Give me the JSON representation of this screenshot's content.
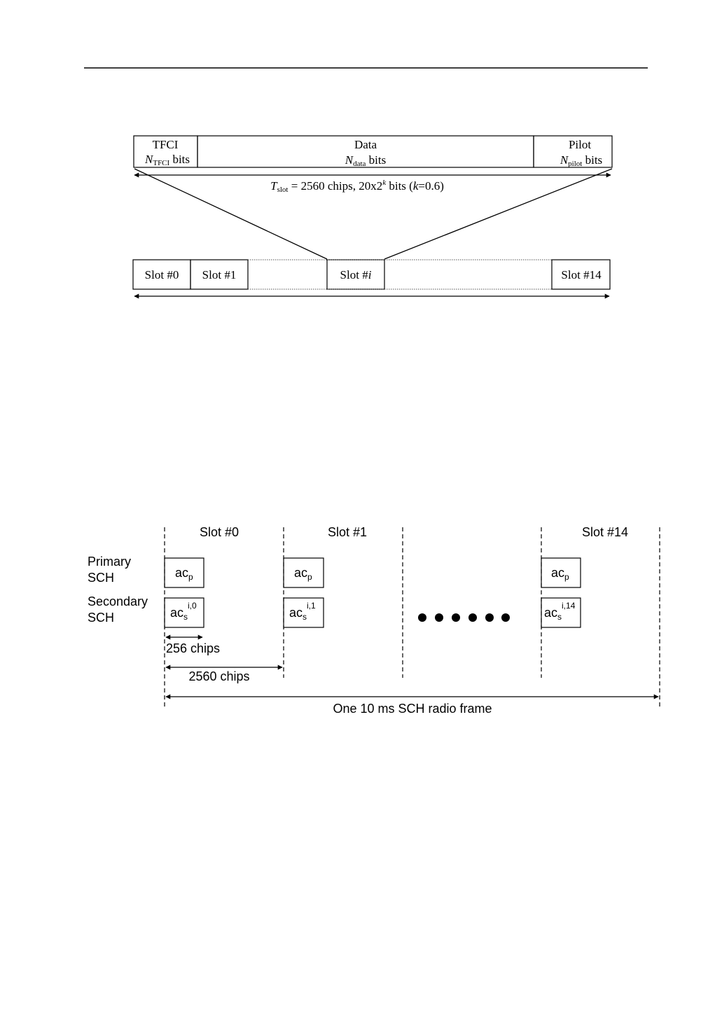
{
  "slot_structure": {
    "fields": [
      {
        "name": "TFCI",
        "sym": "N",
        "sub": "TFCI",
        "suffix": " bits"
      },
      {
        "name": "Data",
        "sym": "N",
        "sub": "data",
        "suffix": " bits"
      },
      {
        "name": "Pilot",
        "sym": "N",
        "sub": "pilot",
        "suffix": " bits"
      }
    ],
    "tslot": {
      "sym": "T",
      "sub": "slot",
      "eq": " = 2560 chips, 20x2",
      "exp": "k",
      "mid": " bits (",
      "kvar": "k",
      "tail": "=0.6)"
    },
    "slots": {
      "s0": "Slot #0",
      "s1": "Slot #1",
      "si_prefix": "Slot #",
      "si_var": "i",
      "s14": "Slot #14"
    }
  },
  "sch": {
    "slot_headers": [
      "Slot #0",
      "Slot #1",
      "Slot #14"
    ],
    "primary_label": [
      "Primary",
      "SCH"
    ],
    "secondary_label": [
      "Secondary",
      "SCH"
    ],
    "ac_base": "ac",
    "primary_sub": "p",
    "secondary_sub": "s",
    "secondary_sups": [
      "i,0",
      "i,1",
      "i,14"
    ],
    "chips_256": "256 chips",
    "chips_2560": "2560 chips",
    "frame_label": "One 10 ms SCH radio frame"
  }
}
